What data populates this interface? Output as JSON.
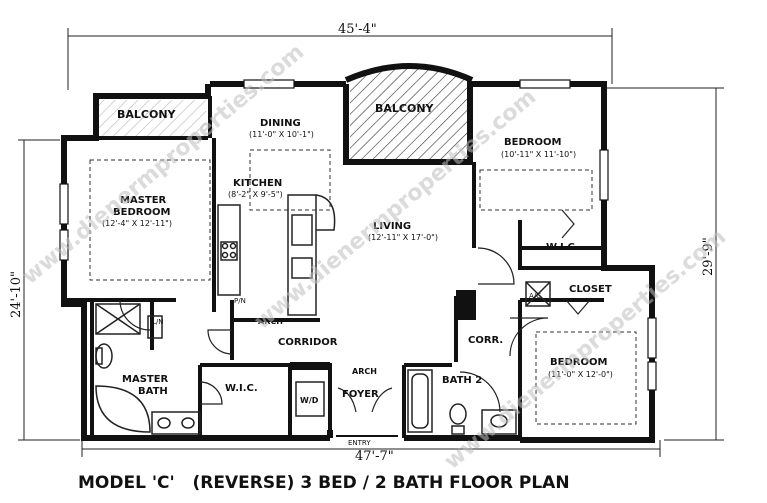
{
  "dimensions": {
    "top_width": "45'-4\"",
    "bottom_width": "47'-7\"",
    "left_height": "24'-10\"",
    "right_height": "29'-9\""
  },
  "rooms": {
    "balcony_left": "BALCONY",
    "balcony_center": "BALCONY",
    "dining": "DINING",
    "dining_size": "(11'-0\" X 10'-1\")",
    "kitchen": "KITCHEN",
    "kitchen_size": "(8'-2\" X 9'-5\")",
    "living": "LIVING",
    "living_size": "(12'-11\" X 17'-0\")",
    "bedroom_top": "BEDROOM",
    "bedroom_top_size": "(10'-11\" X 11'-10\")",
    "master_bedroom_1": "MASTER",
    "master_bedroom_2": "BEDROOM",
    "master_bedroom_size": "(12'-4\" X 12'-11\")",
    "wic_right": "W.I.C.",
    "closet": "CLOSET",
    "ac": "A/C",
    "corridor": "CORRIDOR",
    "corr": "CORR.",
    "arch_kitchen": "ARCH",
    "arch_foyer": "ARCH",
    "pn": "P/N",
    "ln": "L/N",
    "master_bath_1": "MASTER",
    "master_bath_2": "BATH",
    "wic_left": "W.I.C.",
    "wd": "W/D",
    "foyer": "FOYER",
    "entry": "ENTRY",
    "bath2": "BATH 2",
    "bedroom_bottom": "BEDROOM",
    "bedroom_bottom_size": "(11'-0\" X 12'-0\")"
  },
  "title": "MODEL 'C'   (REVERSE) 3 BED / 2 BATH FLOOR PLAN",
  "watermark": "www.dienermproperties.com"
}
